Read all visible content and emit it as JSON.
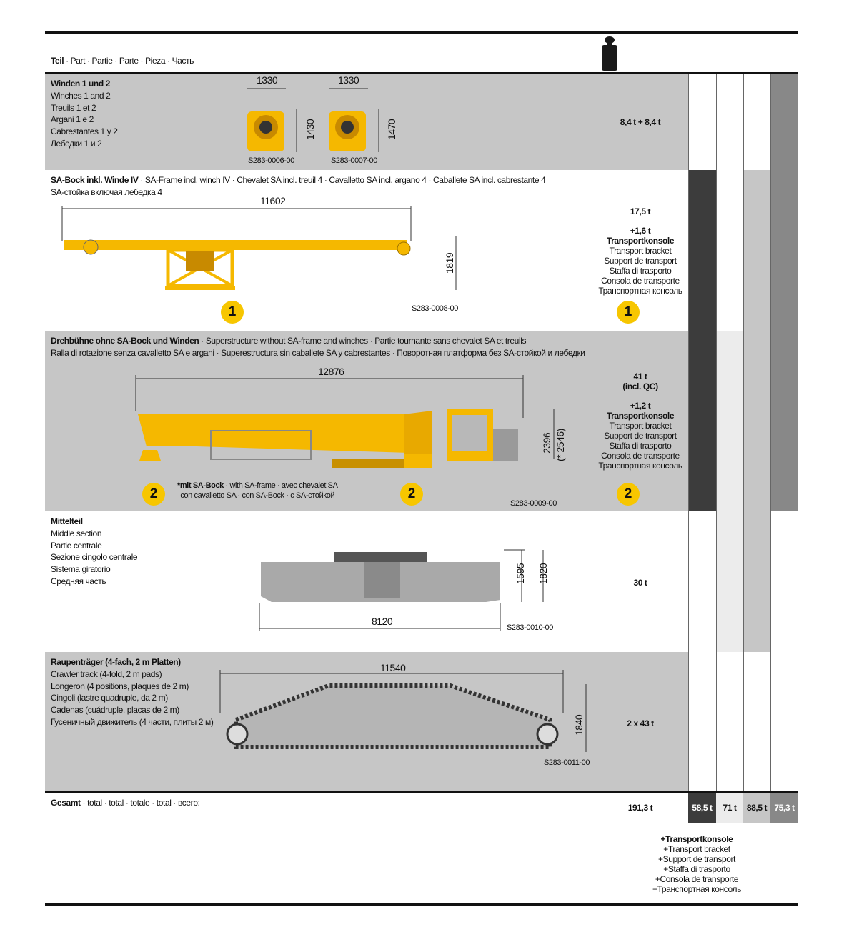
{
  "header": {
    "part_label": "Teil",
    "part_translations": " · Part · Partie · Parte · Pieza · Часть",
    "weight_icon": "weight-icon"
  },
  "colors": {
    "yellow": "#f7c600",
    "dark": "#3c3c3c",
    "light": "#ececec",
    "mid": "#c6c6c6",
    "gray": "#888888"
  },
  "rows": [
    {
      "title": "Winden 1 und 2",
      "lines": [
        "Winches 1 and 2",
        "Treuils 1 et 2",
        "Argani 1 e 2",
        "Cabrestantes 1 y 2",
        "Лебедки 1 и 2"
      ],
      "drawings": [
        {
          "width": "1330",
          "height": "1430",
          "code": "S283-0006-00"
        },
        {
          "width": "1330",
          "height": "1470",
          "code": "S283-0007-00"
        }
      ],
      "weight": "8,4 t + 8,4 t"
    },
    {
      "title": "SA-Bock inkl. Winde IV",
      "title_rest": " · SA-Frame incl. winch IV · Chevalet SA incl. treuil 4 · Cavalletto SA incl. argano 4 · Caballete SA incl. cabrestante 4",
      "line2": "SA-стойка включая лебедка 4",
      "length": "11602",
      "height": "1819",
      "code": "S283-0008-00",
      "badge": "1",
      "weight": "17,5 t",
      "extra": "+1,6 t",
      "bracket": [
        "Transportkonsole",
        "Transport bracket",
        "Support de transport",
        "Staffa di trasporto",
        "Consola de transporte",
        "Транспортная консоль"
      ]
    },
    {
      "title": "Drehbühne ohne SA-Bock und Winden",
      "title_rest": " · Superstructure without SA-frame and winches · Partie tournante sans chevalet SA et treuils",
      "line2": "Ralla di rotazione senza cavalletto SA e argani · Superestructura sin caballete SA y cabrestantes · Поворотная платформа без SA-стойкой и лебедки",
      "length": "12876",
      "height": "2396",
      "height_alt": "(* 2546)",
      "note_bold": "*mit SA-Bock",
      "note_rest": " · with SA-frame · avec chevalet SA",
      "note_line2": "con cavalletto SA · con SA-Bock · с SA-стойкой",
      "code": "S283-0009-00",
      "badge": "2",
      "weight": "41 t",
      "weight_note": "(incl. QC)",
      "extra": "+1,2 t",
      "bracket": [
        "Transportkonsole",
        "Transport bracket",
        "Support de transport",
        "Staffa di trasporto",
        "Consola de transporte",
        "Транспортная консоль"
      ]
    },
    {
      "title": "Mittelteil",
      "lines": [
        "Middle section",
        "Partie centrale",
        "Sezione cingolo centrale",
        "Sistema giratorio",
        "Средняя часть"
      ],
      "length": "8120",
      "height1": "1595",
      "height2": "1820",
      "code": "S283-0010-00",
      "weight": "30 t"
    },
    {
      "title": "Raupenträger (4-fach, 2 m Platten)",
      "lines": [
        "Crawler track (4-fold, 2 m pads)",
        "Longeron (4 positions, plaques de 2 m)",
        "Cingoli (lastre quadruple, da 2 m)",
        "Cadenas (cuádruple, placas de 2 m)",
        "Гусеничный движитель (4 части, плиты 2 м)"
      ],
      "length": "11540",
      "height": "1840",
      "code": "S283-0011-00",
      "weight": "2 x 43 t"
    }
  ],
  "total": {
    "label": "Gesamt",
    "label_rest": " · total · total · totale · total · всего:",
    "weight": "191,3 t",
    "columns": [
      "58,5 t",
      "71 t",
      "88,5 t",
      "75,3 t"
    ],
    "bracket": [
      "+Transportkonsole",
      "+Transport bracket",
      "+Support de transport",
      "+Staffa di trasporto",
      "+Consola de transporte",
      "+Транспортная консоль"
    ]
  }
}
